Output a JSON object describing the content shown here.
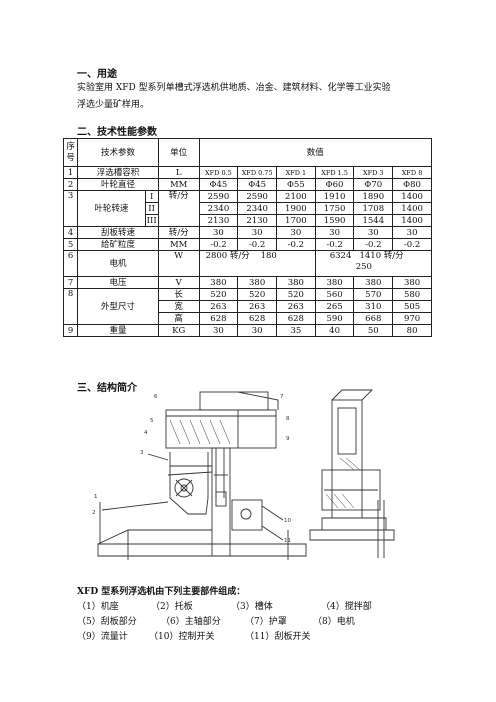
{
  "section1": {
    "heading": "一、用途",
    "line1": "实验室用 XFD 型系列单槽式浮选机供地质、冶金、建筑材料、化学等工业实验",
    "line2": "浮选少量矿样用。"
  },
  "section2": {
    "heading": "二、技术性能参数",
    "header": {
      "seq": "序号",
      "param": "技术参数",
      "unit": "单位",
      "values": "数值"
    },
    "rows": {
      "r1": {
        "no": "1",
        "name": "浮选槽容积",
        "unit": "L",
        "v": [
          "XFD 0.5",
          "XFD 0.75",
          "XFD 1",
          "XFD 1.5",
          "XFD 3",
          "XFD 8"
        ]
      },
      "r2": {
        "no": "2",
        "name": "叶轮直径",
        "unit": "MM",
        "v": [
          "Φ45",
          "Φ45",
          "Φ55",
          "Φ60",
          "Φ70",
          "Φ80"
        ]
      },
      "r3": {
        "no": "3",
        "name": "叶轮转速",
        "unit": "转/分",
        "gears": [
          "I",
          "II",
          "III"
        ],
        "g1": [
          "2590",
          "2590",
          "2100",
          "1910",
          "1890",
          "1400"
        ],
        "g2": [
          "2340",
          "2340",
          "1900",
          "1750",
          "1708",
          "1400"
        ],
        "g3": [
          "2130",
          "2130",
          "1700",
          "1590",
          "1544",
          "1400"
        ]
      },
      "r4": {
        "no": "4",
        "name": "刮板转速",
        "unit": "转/分",
        "v": [
          "30",
          "30",
          "30",
          "30",
          "30",
          "30"
        ]
      },
      "r5": {
        "no": "5",
        "name": "给矿粒度",
        "unit": "MM",
        "v": [
          "-0.2",
          "-0.2",
          "-0.2",
          "-0.2",
          "-0.2",
          "-0.2"
        ]
      },
      "r6": {
        "no": "6",
        "name": "电机",
        "unit": "W",
        "a": "2800 转/分",
        "b": "180",
        "c": "6324",
        "d": "1410 转/分",
        "e": "250"
      },
      "r7": {
        "no": "7",
        "name": "电压",
        "unit": "V",
        "v": [
          "380",
          "380",
          "380",
          "380",
          "380",
          "380"
        ]
      },
      "r8": {
        "no": "8",
        "name": "外型尺寸",
        "dims": [
          "长",
          "宽",
          "高"
        ],
        "d1": [
          "520",
          "520",
          "520",
          "560",
          "570",
          "580"
        ],
        "d2": [
          "263",
          "263",
          "263",
          "265",
          "310",
          "505"
        ],
        "d3": [
          "628",
          "628",
          "628",
          "590",
          "668",
          "970"
        ]
      },
      "r9": {
        "no": "9",
        "name": "重量",
        "unit": "KG",
        "v": [
          "30",
          "30",
          "35",
          "40",
          "50",
          "80"
        ]
      }
    }
  },
  "section3": {
    "heading": "三、结构简介",
    "diagram_labels": [
      "1",
      "2",
      "3",
      "4",
      "5",
      "6",
      "7",
      "8",
      "9",
      "10",
      "11"
    ],
    "parts_title": "XFD 型系列浮选机由下列主要部件组成：",
    "parts": [
      "（1）机座",
      "（2）托板",
      "（3）槽体",
      "（4）搅拌部",
      "（5）刮板部分",
      "（6）主轴部分",
      "（7）护罩",
      "（8）电机",
      "（9）流量计",
      "（10）控制开关",
      "（11）刮板开关"
    ]
  }
}
